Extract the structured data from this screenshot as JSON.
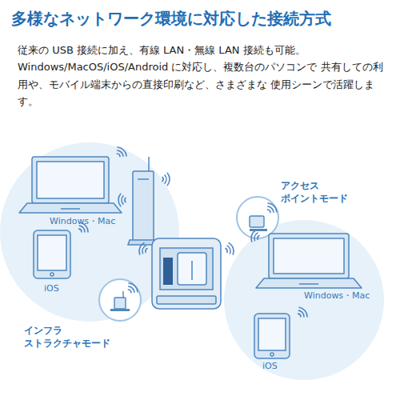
{
  "diagram": {
    "title": "多様なネットワーク環境に対応した接続方式",
    "nodes": [
      {
        "text": [
          "Windows・Mac",
          "iOS"
        ]
      },
      {
        "text": [
          "インフラ ストラクチャモード"
        ]
      },
      {
        "text": [
          "アクセス ポイントモード"
        ]
      },
      {
        "text": [
          "Windows・Mac",
          "iOS"
        ]
      }
    ],
    "labels": [
      "従来の USB 接続に加え、有線 LAN・無線 LAN 接続も可能。 Windows/MacOS/iOS/Android に対応し、複数台のパソコンで 共有しての利用や、モバイル端末からの直接印刷など、さまざまな 使用シーンで活躍します。"
    ]
  }
}
